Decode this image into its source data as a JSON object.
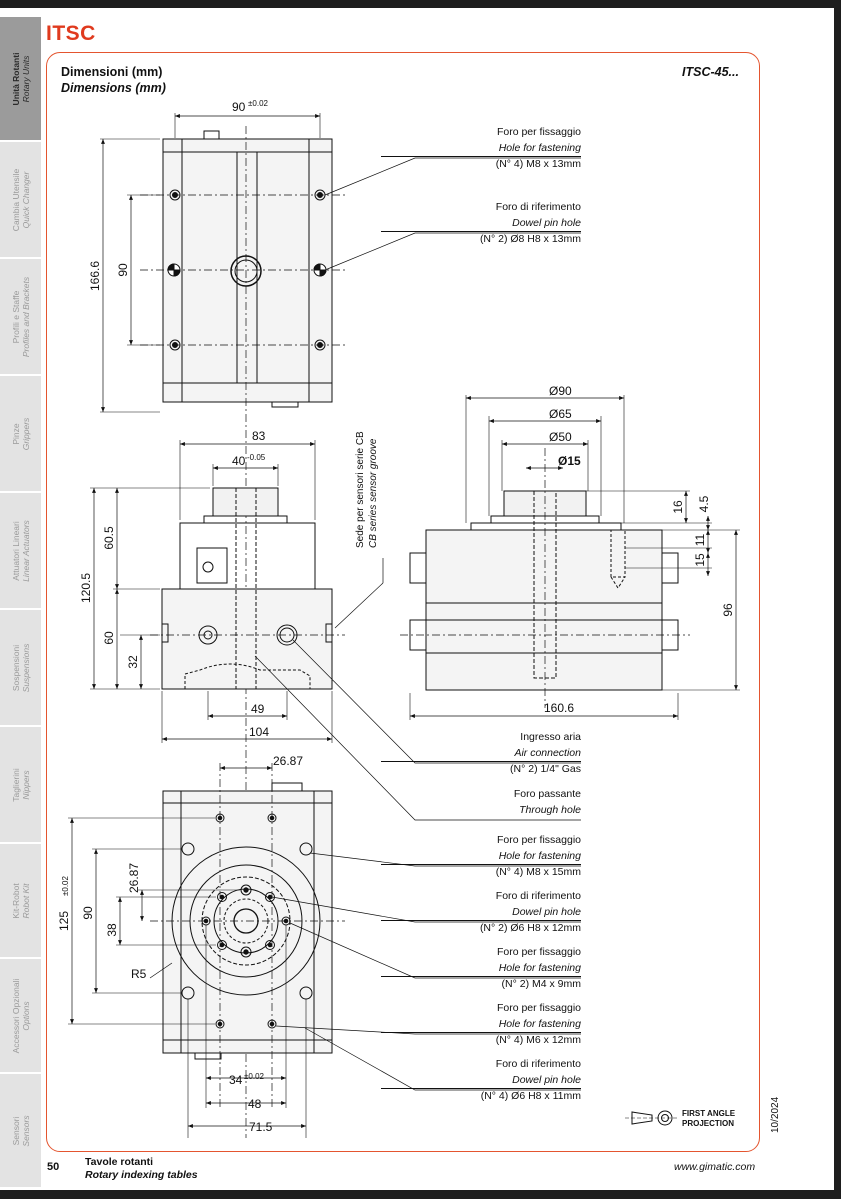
{
  "header": {
    "title": "ITSC",
    "dimensions_it": "Dimensioni (mm)",
    "dimensions_en": "Dimensions (mm)",
    "model": "ITSC-45..."
  },
  "sidebar": {
    "items": [
      {
        "label_it": "Unità Rotanti",
        "label_en": "Rotary Units",
        "active": true
      },
      {
        "label_it": "Cambia Utensile",
        "label_en": "Quick Changer",
        "active": false
      },
      {
        "label_it": "Profili e Staffe",
        "label_en": "Profiles and Brackets",
        "active": false
      },
      {
        "label_it": "Pinze",
        "label_en": "Grippers",
        "active": false
      },
      {
        "label_it": "Attuatori Lineari",
        "label_en": "Linear Actuators",
        "active": false
      },
      {
        "label_it": "Sospensioni",
        "label_en": "Suspensions",
        "active": false
      },
      {
        "label_it": "Taglierini",
        "label_en": "Nippers",
        "active": false
      },
      {
        "label_it": "Kit-Robot",
        "label_en": "Robot Kit",
        "active": false
      },
      {
        "label_it": "Accessori Opzionali",
        "label_en": "Options",
        "active": false
      },
      {
        "label_it": "Sensori",
        "label_en": "Sensors",
        "active": false
      }
    ]
  },
  "callouts": {
    "top_fastening": {
      "it": "Foro per fissaggio",
      "en": "Hole for fastening",
      "spec": "(N° 4) M8 x 13mm"
    },
    "top_dowel": {
      "it": "Foro di riferimento",
      "en": "Dowel pin hole",
      "spec": "(N° 2) Ø8 H8 x 13mm"
    },
    "air": {
      "it": "Ingresso aria",
      "en": "Air connection",
      "spec": "(N° 2) 1/4\" Gas"
    },
    "through": {
      "it": "Foro passante",
      "en": "Through hole"
    },
    "bottom_fastening_m8": {
      "it": "Foro per fissaggio",
      "en": "Hole for fastening",
      "spec": "(N° 4) M8 x 15mm"
    },
    "bottom_dowel_6x12": {
      "it": "Foro di riferimento",
      "en": "Dowel pin hole",
      "spec": "(N° 2) Ø6 H8 x 12mm"
    },
    "bottom_fastening_m4": {
      "it": "Foro per fissaggio",
      "en": "Hole for fastening",
      "spec": "(N° 2) M4 x 9mm"
    },
    "bottom_fastening_m6": {
      "it": "Foro per fissaggio",
      "en": "Hole for fastening",
      "spec": "(N° 4) M6 x 12mm"
    },
    "bottom_dowel_6x11": {
      "it": "Foro di riferimento",
      "en": "Dowel pin hole",
      "spec": "(N° 4) Ø6 H8 x 11mm"
    }
  },
  "sensor_note": {
    "it": "Sede per sensori serie CB",
    "en": "CB series sensor groove"
  },
  "dimensions": {
    "top_width": "90",
    "top_width_tol": "±0.02",
    "top_height": "166.6",
    "top_inner": "90",
    "front_83": "83",
    "front_40": "40",
    "front_40_tol": "-0.05",
    "front_60_5": "60.5",
    "front_120_5": "120.5",
    "front_60": "60",
    "front_32": "32",
    "front_49": "49",
    "front_104": "104",
    "side_d90": "Ø90",
    "side_d65": "Ø65",
    "side_d50": "Ø50",
    "side_d15": "Ø15",
    "side_16": "16",
    "side_4_5": "4.5",
    "side_11": "11",
    "side_15": "15",
    "side_96": "96",
    "side_160_6": "160.6",
    "bot_26_87_h": "26.87",
    "bot_26_87_v": "26.87",
    "bot_125": "125",
    "bot_125_tol": "±0.02",
    "bot_90": "90",
    "bot_38": "38",
    "bot_r5": "R5",
    "bot_34": "34",
    "bot_34_tol": "±0.02",
    "bot_48": "48",
    "bot_71_5": "71.5"
  },
  "projection": {
    "line1": "FIRST ANGLE",
    "line2": "PROJECTION"
  },
  "footer": {
    "page": "50",
    "title_it": "Tavole rotanti",
    "title_en": "Rotary indexing tables",
    "website": "www.gimatic.com",
    "date": "10/2024"
  }
}
